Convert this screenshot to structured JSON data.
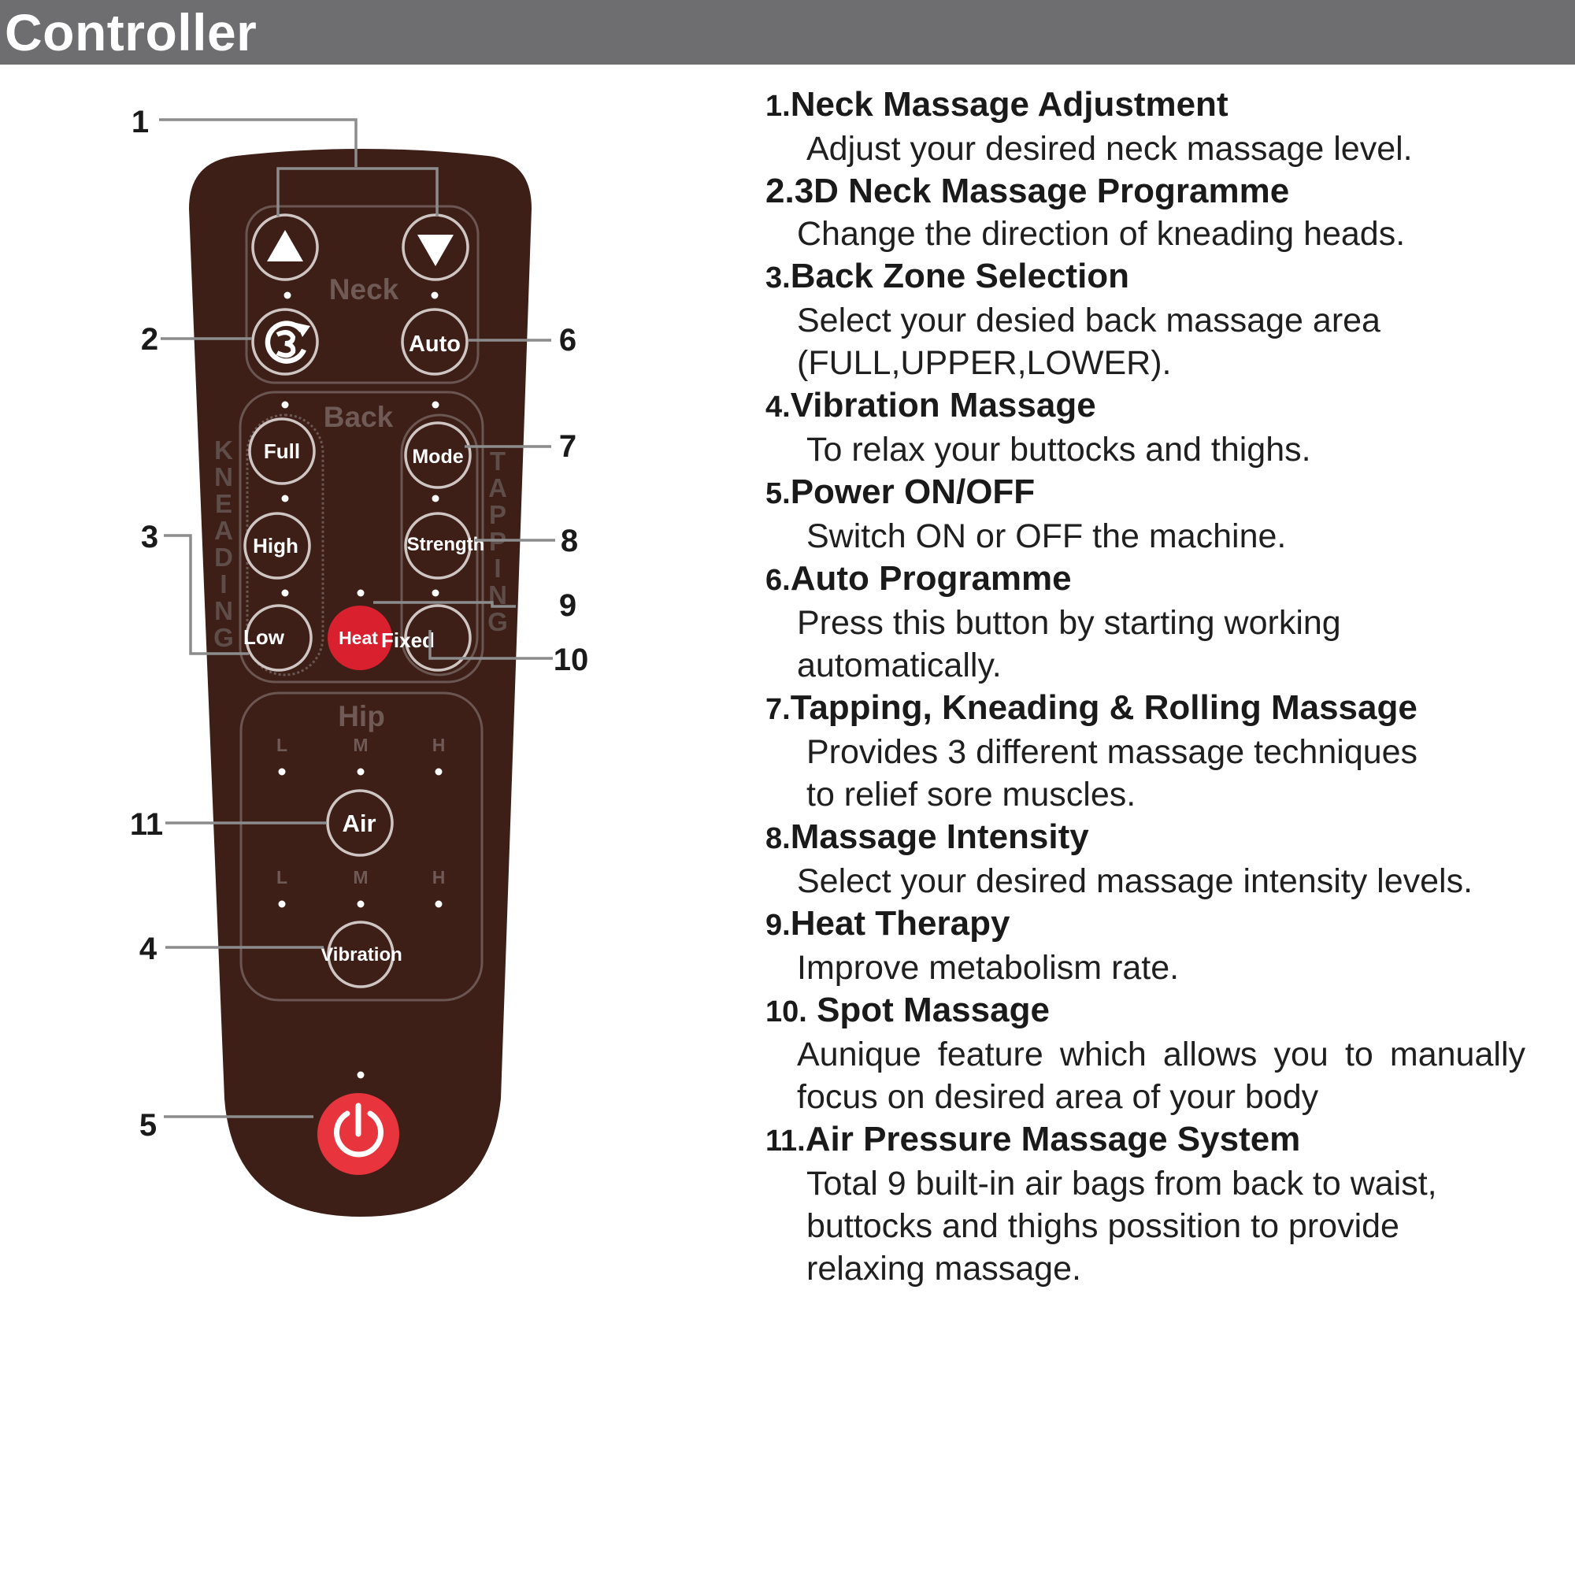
{
  "header": {
    "title": "Controller"
  },
  "remote": {
    "sections": {
      "neck": "Neck",
      "back": "Back",
      "hip": "Hip"
    },
    "side_labels": {
      "kneading": "KNEADING",
      "tapping": "TAPPING"
    },
    "buttons": {
      "full": "Full",
      "high": "High",
      "low": "Low",
      "mode": "Mode",
      "strength": "Strength",
      "heat": "Heat",
      "fixed": "Fixed",
      "auto": "Auto",
      "air": "Air",
      "vibration": "Vibration"
    },
    "level_labels": [
      "L",
      "M",
      "H"
    ],
    "callouts": [
      "1",
      "2",
      "3",
      "4",
      "5",
      "6",
      "7",
      "8",
      "9",
      "10",
      "11"
    ],
    "colors": {
      "body": "#3d1f18",
      "power": "#e8343c",
      "heat": "#d8202e",
      "line": "#8c8c8c"
    }
  },
  "features": [
    {
      "number": "1.",
      "title": "Neck Massage Adjustment",
      "desc": "Adjust your desired neck massage level."
    },
    {
      "number": "2.",
      "title": "3D Neck Massage Programme",
      "desc": "Change the direction of kneading heads."
    },
    {
      "number": "3.",
      "title": "Back Zone Selection",
      "desc": "Select your desied back massage area\n(FULL,UPPER,LOWER)."
    },
    {
      "number": "4.",
      "title": "Vibration Massage",
      "desc": "To relax your buttocks and thighs."
    },
    {
      "number": "5.",
      "title": "Power ON/OFF",
      "desc": "Switch ON or OFF the machine."
    },
    {
      "number": "6.",
      "title": "Auto Programme",
      "desc": "Press this button by starting working\nautomatically."
    },
    {
      "number": "7.",
      "title": "Tapping, Kneading & Rolling Massage",
      "desc": "Provides 3 different massage techniques\nto relief sore muscles."
    },
    {
      "number": "8.",
      "title": "Massage Intensity",
      "desc": "Select your desired massage intensity levels."
    },
    {
      "number": "9.",
      "title": "Heat Therapy",
      "desc": "Improve metabolism rate."
    },
    {
      "number": "10.",
      "title": "Spot Massage",
      "desc": "Aunique feature which allows you to manually focus on desired area of your body"
    },
    {
      "number": "11.",
      "title": "Air Pressure Massage System",
      "desc": "Total 9 built-in air bags from back to waist,\nbuttocks and thighs possition to provide\nrelaxing massage."
    }
  ]
}
